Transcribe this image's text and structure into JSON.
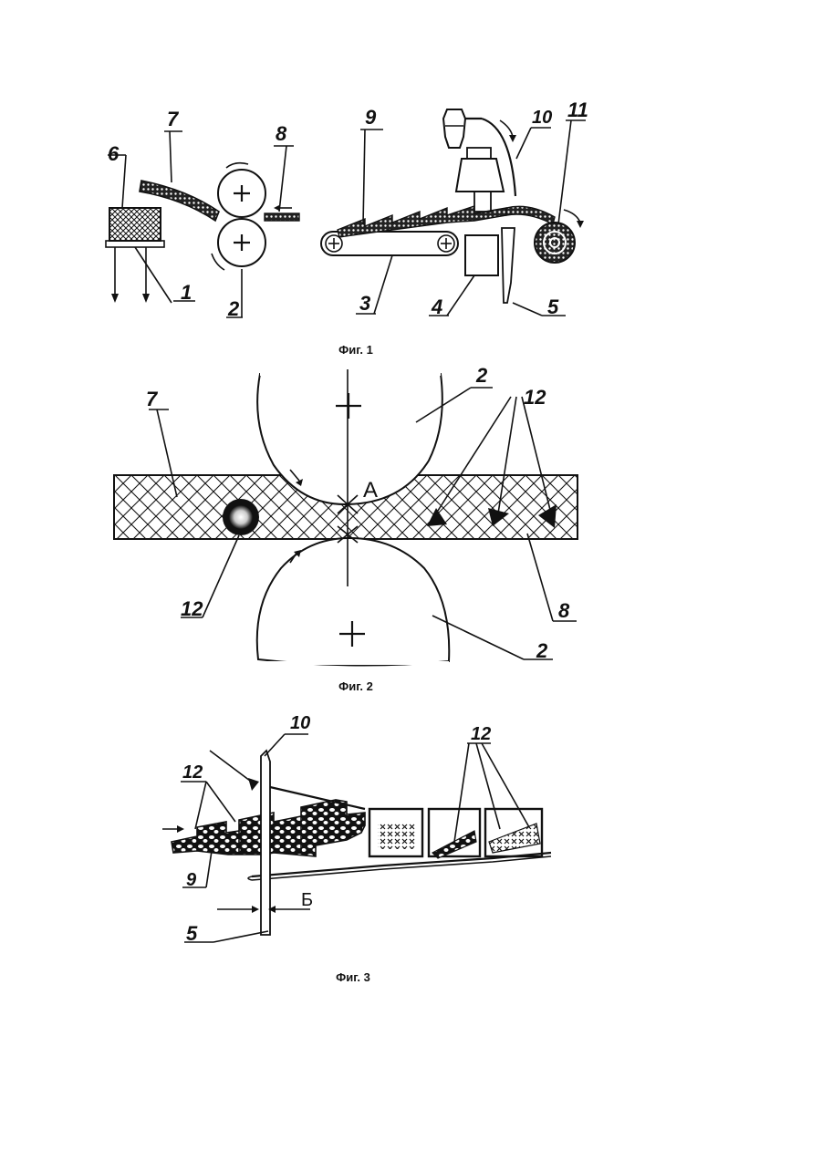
{
  "figures": [
    {
      "caption": "Фиг. 1",
      "labels": {
        "l1": "1",
        "l2": "2",
        "l3": "3",
        "l4": "4",
        "l5": "5",
        "l6": "6",
        "l7": "7",
        "l8": "8",
        "l9": "9",
        "l10": "10",
        "l11": "11"
      }
    },
    {
      "caption": "Фиг. 2",
      "labels": {
        "l2_top": "2",
        "l2_bot": "2",
        "l7": "7",
        "l8": "8",
        "l12_left": "12",
        "l12_right": "12",
        "A": "А"
      }
    },
    {
      "caption": "Фиг. 3",
      "labels": {
        "l10": "10",
        "l12_left": "12",
        "l12_right": "12",
        "l9": "9",
        "l5": "5",
        "B": "Б"
      }
    }
  ]
}
